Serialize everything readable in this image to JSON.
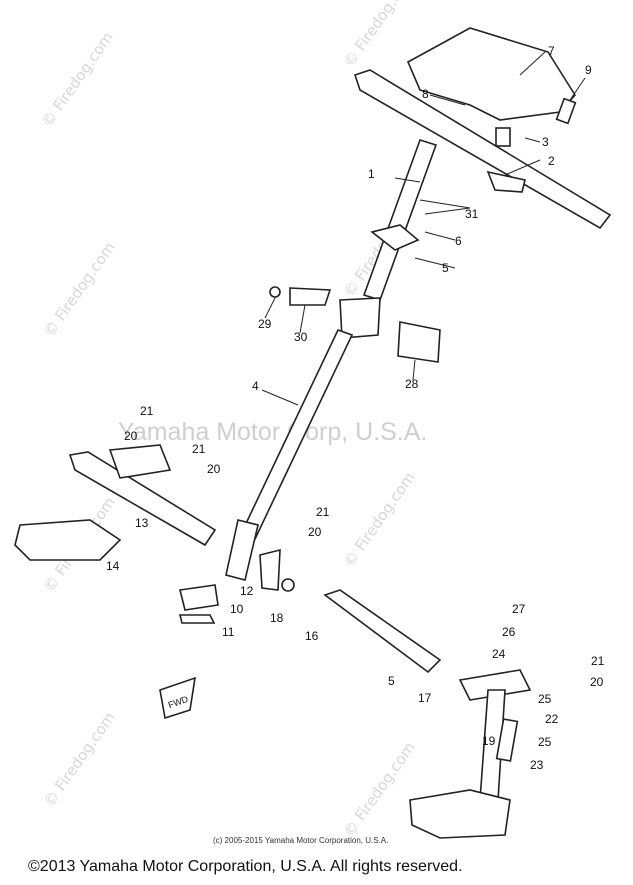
{
  "watermarks": {
    "site": "© Firedog.com",
    "center": "Yamaha Motor Corp, U.S.A."
  },
  "callouts": [
    "1",
    "2",
    "3",
    "4",
    "5",
    "5",
    "6",
    "7",
    "8",
    "9",
    "10",
    "11",
    "12",
    "13",
    "14",
    "16",
    "17",
    "18",
    "19",
    "20",
    "20",
    "20",
    "20",
    "21",
    "21",
    "21",
    "21",
    "22",
    "23",
    "24",
    "25",
    "25",
    "26",
    "27",
    "28",
    "29",
    "30",
    "31"
  ],
  "inner_copyright": "(c) 2005-2015 Yamaha Motor Corporation, U.S.A.",
  "footer": "©2013 Yamaha Motor Corporation, U.S.A. All rights reserved.",
  "label_fwd": "FWD"
}
